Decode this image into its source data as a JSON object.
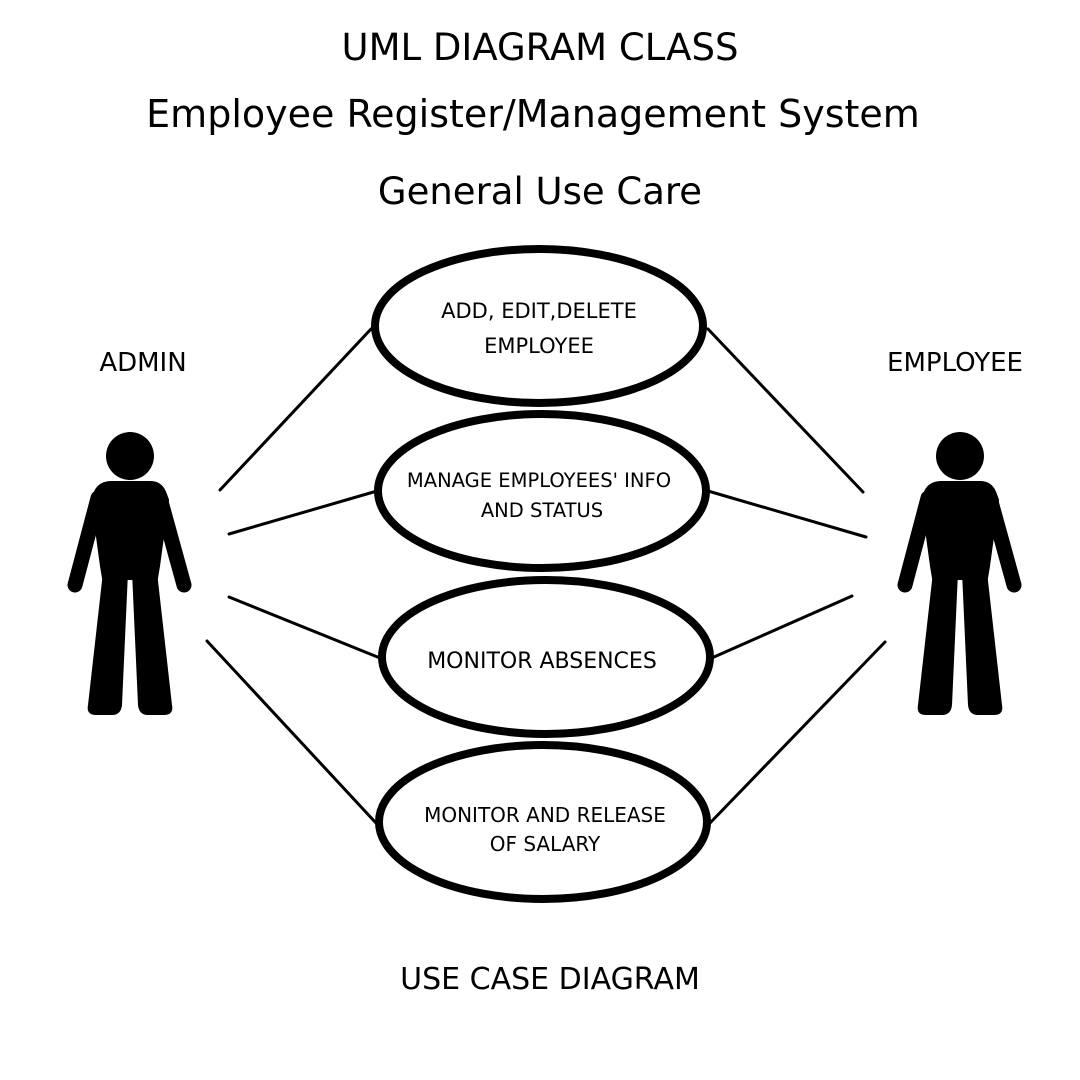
{
  "header": {
    "title": "UML DIAGRAM CLASS",
    "subtitle": "Employee Register/Management System",
    "scope": "General Use Care"
  },
  "actors": [
    {
      "id": "admin",
      "label": "ADMIN"
    },
    {
      "id": "employee",
      "label": "EMPLOYEE"
    }
  ],
  "use_cases": [
    {
      "id": "uc1",
      "lines": [
        "ADD, EDIT,DELETE",
        "EMPLOYEE"
      ]
    },
    {
      "id": "uc2",
      "lines": [
        "MANAGE EMPLOYEES' INFO",
        "AND STATUS"
      ]
    },
    {
      "id": "uc3",
      "lines": [
        "MONITOR ABSENCES"
      ]
    },
    {
      "id": "uc4",
      "lines": [
        "MONITOR AND RELEASE",
        "OF SALARY"
      ]
    }
  ],
  "associations": [
    {
      "actor": "admin",
      "use_case": "uc1"
    },
    {
      "actor": "admin",
      "use_case": "uc2"
    },
    {
      "actor": "admin",
      "use_case": "uc3"
    },
    {
      "actor": "admin",
      "use_case": "uc4"
    },
    {
      "actor": "employee",
      "use_case": "uc1"
    },
    {
      "actor": "employee",
      "use_case": "uc2"
    },
    {
      "actor": "employee",
      "use_case": "uc3"
    },
    {
      "actor": "employee",
      "use_case": "uc4"
    }
  ],
  "footer": {
    "caption": "USE CASE DIAGRAM"
  }
}
